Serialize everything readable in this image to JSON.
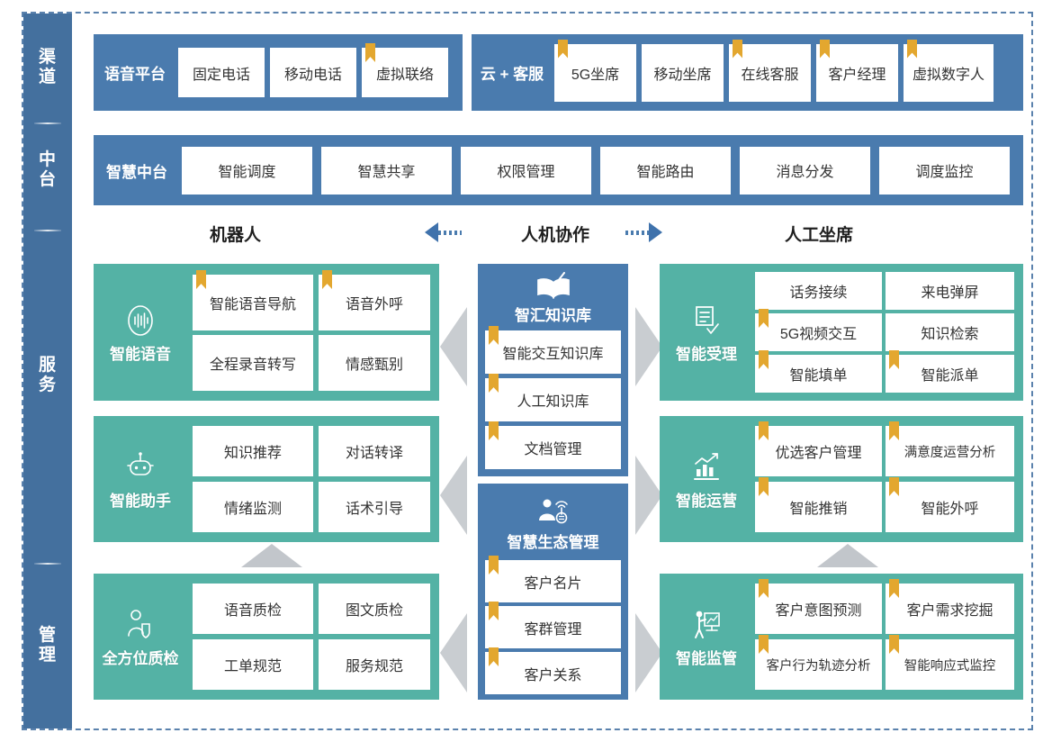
{
  "colors": {
    "blue": "#4a7bae",
    "rail_blue": "#44709e",
    "teal": "#54b2a5",
    "ribbon_gold": "#e3a72f",
    "grey_arrow": "#c9cdd1",
    "frame_dashed": "#5b82ad"
  },
  "rail": {
    "items": [
      {
        "label": "渠道",
        "chars": [
          "渠",
          "道"
        ]
      },
      {
        "label": "中台",
        "chars": [
          "中",
          "台"
        ]
      },
      {
        "label": "服务",
        "chars": [
          "服",
          "务"
        ]
      },
      {
        "label": "管理",
        "chars": [
          "管",
          "理"
        ]
      }
    ]
  },
  "channel_row": {
    "groups": [
      {
        "label": "语音平台",
        "chips": [
          {
            "text": "固定电话",
            "ribbon": false
          },
          {
            "text": "移动电话",
            "ribbon": false
          },
          {
            "text": "虚拟联络",
            "ribbon": true
          }
        ]
      },
      {
        "label": "云 + 客服",
        "chips": [
          {
            "text": "5G坐席",
            "ribbon": true
          },
          {
            "text": "移动坐席",
            "ribbon": false
          },
          {
            "text": "在线客服",
            "ribbon": true
          },
          {
            "text": "客户经理",
            "ribbon": true
          },
          {
            "text": "虚拟数字人",
            "ribbon": true
          }
        ]
      }
    ]
  },
  "platform_row": {
    "label": "智慧中台",
    "chips": [
      {
        "text": "智能调度"
      },
      {
        "text": "智慧共享"
      },
      {
        "text": "权限管理"
      },
      {
        "text": "智能路由"
      },
      {
        "text": "消息分发"
      },
      {
        "text": "调度监控"
      }
    ]
  },
  "column_headers": {
    "left": "机器人",
    "center": "人机协作",
    "right": "人工坐席"
  },
  "left_groups": [
    {
      "name": "智能语音",
      "icon": "voice-wave-icon",
      "tiles": [
        {
          "text": "智能语音导航",
          "ribbon": true
        },
        {
          "text": "语音外呼",
          "ribbon": true
        },
        {
          "text": "全程录音转写",
          "ribbon": false
        },
        {
          "text": "情感甄别",
          "ribbon": false
        }
      ]
    },
    {
      "name": "智能助手",
      "icon": "robot-icon",
      "tiles": [
        {
          "text": "知识推荐",
          "ribbon": false
        },
        {
          "text": "对话转译",
          "ribbon": false
        },
        {
          "text": "情绪监测",
          "ribbon": false
        },
        {
          "text": "话术引导",
          "ribbon": false
        }
      ]
    },
    {
      "name": "全方位质检",
      "icon": "person-shield-icon",
      "tiles": [
        {
          "text": "语音质检",
          "ribbon": false
        },
        {
          "text": "图文质检",
          "ribbon": false
        },
        {
          "text": "工单规范",
          "ribbon": false
        },
        {
          "text": "服务规范",
          "ribbon": false
        }
      ]
    }
  ],
  "center_stacks": [
    {
      "title": "智汇知识库",
      "icon": "open-book-icon",
      "items": [
        {
          "text": "智能交互知识库",
          "ribbon": true
        },
        {
          "text": "人工知识库",
          "ribbon": true
        },
        {
          "text": "文档管理",
          "ribbon": true
        }
      ]
    },
    {
      "title": "智慧生态管理",
      "icon": "person-network-icon",
      "items": [
        {
          "text": "客户名片",
          "ribbon": true
        },
        {
          "text": "客群管理",
          "ribbon": true
        },
        {
          "text": "客户关系",
          "ribbon": true
        }
      ]
    }
  ],
  "right_groups": [
    {
      "name": "智能受理",
      "icon": "form-check-icon",
      "rows": 3,
      "tiles": [
        {
          "text": "话务接续",
          "ribbon": false
        },
        {
          "text": "来电弹屏",
          "ribbon": false
        },
        {
          "text": "5G视频交互",
          "ribbon": true
        },
        {
          "text": "知识检索",
          "ribbon": false
        },
        {
          "text": "智能填单",
          "ribbon": true
        },
        {
          "text": "智能派单",
          "ribbon": true
        }
      ]
    },
    {
      "name": "智能运营",
      "icon": "chart-growth-icon",
      "rows": 2,
      "tiles": [
        {
          "text": "优选客户管理",
          "ribbon": true
        },
        {
          "text": "满意度运营分析",
          "ribbon": true
        },
        {
          "text": "智能推销",
          "ribbon": true
        },
        {
          "text": "智能外呼",
          "ribbon": true
        }
      ]
    },
    {
      "name": "智能监管",
      "icon": "presentation-person-icon",
      "rows": 2,
      "tiles": [
        {
          "text": "客户意图预测",
          "ribbon": true
        },
        {
          "text": "客户需求挖掘",
          "ribbon": true
        },
        {
          "text": "客户行为轨迹分析",
          "ribbon": true
        },
        {
          "text": "智能响应式监控",
          "ribbon": true
        }
      ]
    }
  ]
}
